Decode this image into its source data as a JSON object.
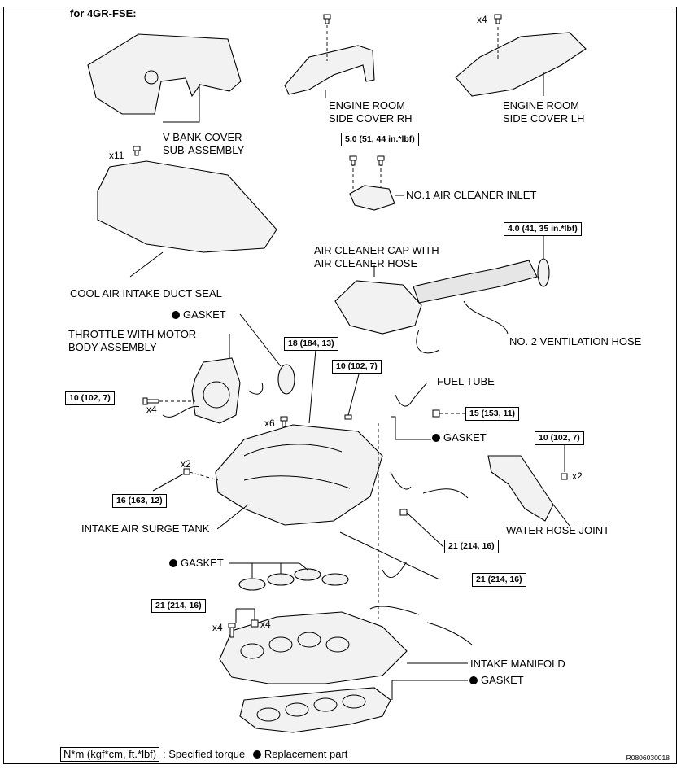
{
  "title": "for 4GR-FSE:",
  "labels": {
    "engine_room_rh": "ENGINE ROOM\nSIDE COVER RH",
    "engine_room_lh": "ENGINE ROOM\nSIDE COVER LH",
    "vbank_cover": "V-BANK COVER\nSUB-ASSEMBLY",
    "no1_air_cleaner_inlet": "NO.1 AIR CLEANER INLET",
    "air_cleaner_cap": "AIR CLEANER CAP WITH\nAIR CLEANER HOSE",
    "cool_air_seal": "COOL AIR INTAKE DUCT SEAL",
    "gasket_throttle": "GASKET",
    "throttle_body": "THROTTLE WITH MOTOR\nBODY ASSEMBLY",
    "no2_vent_hose": "NO. 2 VENTILATION HOSE",
    "fuel_tube": "FUEL TUBE",
    "gasket_fuel": "GASKET",
    "intake_surge_tank": "INTAKE AIR SURGE TANK",
    "water_hose_joint": "WATER HOSE JOINT",
    "gasket_surge": "GASKET",
    "intake_manifold": "INTAKE MANIFOLD",
    "gasket_manifold": "GASKET"
  },
  "quantities": {
    "lh_cover": "x4",
    "cool_air_seal": "x11",
    "throttle_bolts": "x4",
    "surge_bolts": "x6",
    "surge_small": "x2",
    "water_joint": "x2",
    "manifold_bolts": "x4",
    "manifold_nuts": "x4"
  },
  "torques": {
    "air_inlet": "5.0 (51, 44 in.*lbf)",
    "hose_clamp": "4.0 (41, 35 in.*lbf)",
    "surge_bolt_x6": "18 (184, 13)",
    "surge_bolt_top": "10 (102, 7)",
    "throttle": "10 (102, 7)",
    "fuel_tube": "15 (153, 11)",
    "water_joint": "10 (102, 7)",
    "surge_small": "16 (163, 12)",
    "bracket_a": "21 (214, 16)",
    "bracket_b": "21 (214, 16)",
    "manifold": "21 (214, 16)"
  },
  "legend": {
    "unit_box": "N*m (kgf*cm, ft.*lbf)",
    "specified": ": Specified torque",
    "replacement": "Replacement part"
  },
  "figure_code": "R0806030018"
}
